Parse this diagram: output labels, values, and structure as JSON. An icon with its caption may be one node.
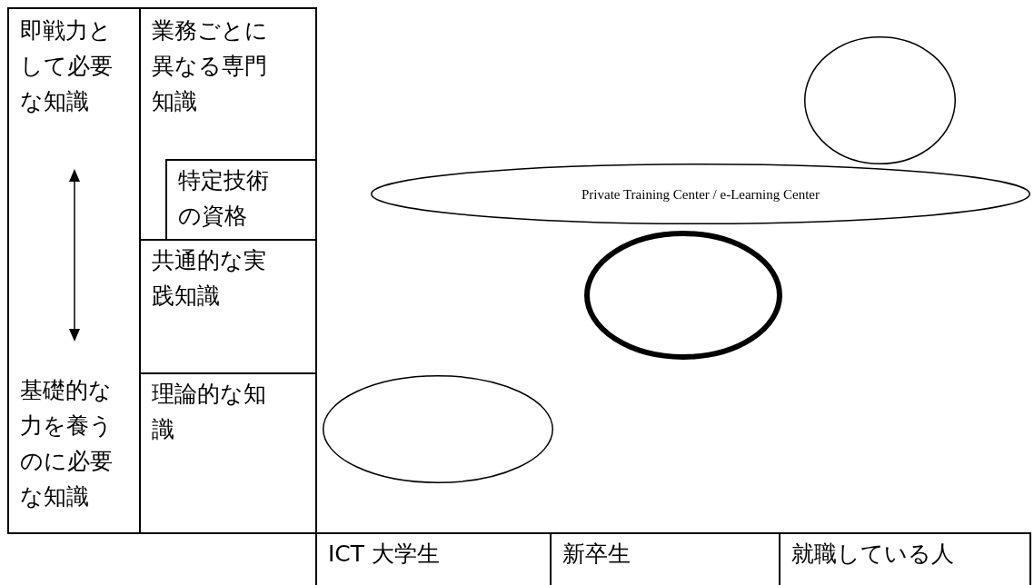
{
  "diagram": {
    "nodes": [
      {
        "text": [
          "即戦力として必要な知識",
          "基礎的な力を養うのに必要な知識"
        ]
      },
      {
        "text": [
          "業務ごとに異なる専門知識"
        ]
      },
      {
        "text": [
          "特定技術の資格"
        ],
        "in": 1
      },
      {
        "text": [
          "共通的な実践知識"
        ]
      },
      {
        "text": [
          "理論的な知識"
        ]
      },
      {
        "text": [],
        "shape": "ellipse"
      },
      {
        "text": [
          "Private Training Center / e-Learning Center"
        ]
      },
      {
        "text": [],
        "shape": "ellipse"
      },
      {
        "text": [],
        "shape": "ellipse"
      },
      {
        "text": [
          "ICT 大学生"
        ]
      },
      {
        "text": [
          "新卒生"
        ]
      },
      {
        "text": [
          "就職している人"
        ]
      }
    ]
  }
}
